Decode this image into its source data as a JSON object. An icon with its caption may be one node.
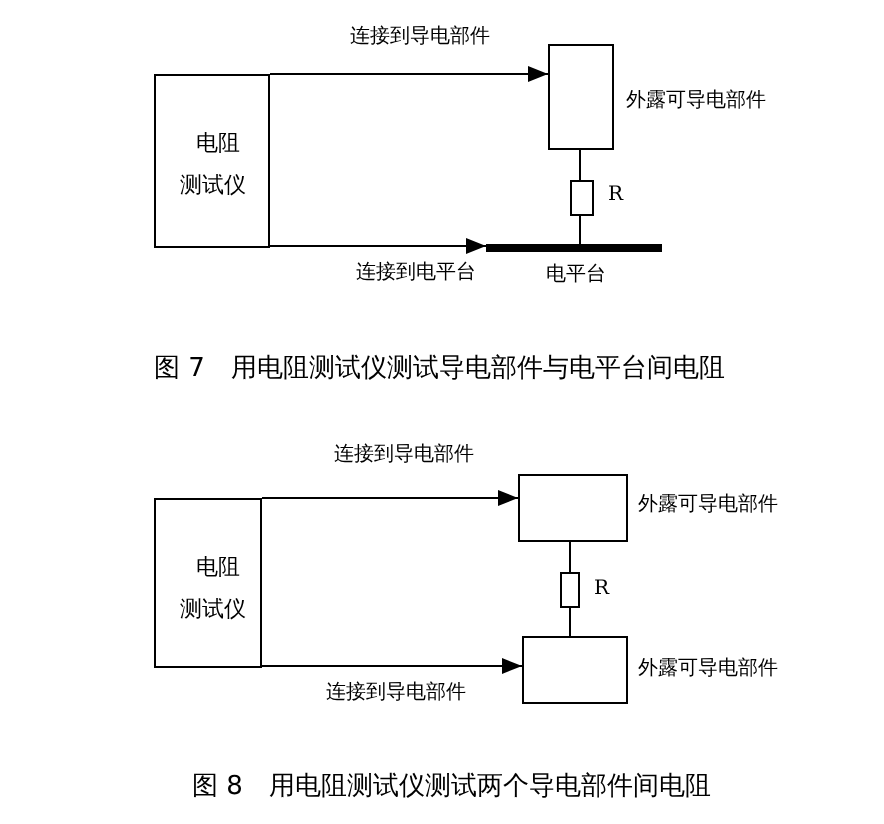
{
  "diagram": {
    "nodes": [
      {
        "text": [
          "电阻",
          "测试仪"
        ]
      },
      {
        "text": [],
        "shape": "box",
        "beside": [
          "外露可导电部件"
        ]
      },
      {
        "text": [],
        "shape": "box",
        "beside": [
          "R"
        ]
      },
      {
        "text": [],
        "shape": "bar",
        "beside": [
          "电平台"
        ]
      },
      {
        "text": [
          "电阻",
          "测试仪"
        ]
      },
      {
        "text": [],
        "shape": "box",
        "beside": [
          "外露可导电部件"
        ]
      },
      {
        "text": [],
        "shape": "box",
        "beside": [
          "R"
        ]
      },
      {
        "text": [],
        "shape": "box",
        "beside": [
          "外露可导电部件"
        ]
      }
    ],
    "edges": [
      {
        "from": 0,
        "to": 1,
        "arrow": "to",
        "label": "连接到导电部件"
      },
      {
        "from": 0,
        "to": 3,
        "arrow": "to",
        "label": "连接到电平台"
      },
      {
        "from": 1,
        "to": 2,
        "arrow": "none"
      },
      {
        "from": 2,
        "to": 3,
        "arrow": "none"
      },
      {
        "from": 4,
        "to": 5,
        "arrow": "to",
        "label": "连接到导电部件"
      },
      {
        "from": 4,
        "to": 7,
        "arrow": "to",
        "label": "连接到导电部件"
      },
      {
        "from": 5,
        "to": 6,
        "arrow": "none"
      },
      {
        "from": 6,
        "to": 7,
        "arrow": "none"
      }
    ],
    "labels": [
      "图 7　用电阻测试仪测试导电部件与电平台间电阻",
      "图 8　用电阻测试仪测试两个导电部件间电阻"
    ]
  }
}
